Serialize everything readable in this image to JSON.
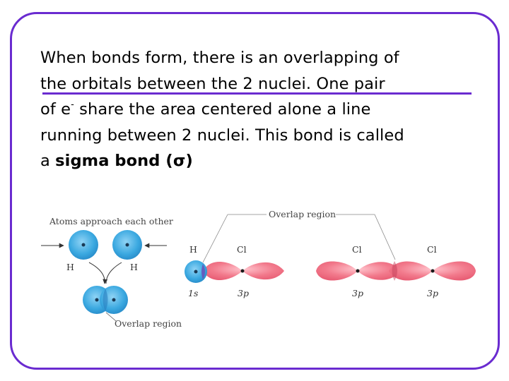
{
  "text": {
    "line1": "When bonds form, there is an overlapping of",
    "line2": "the orbitals between the 2 nuclei.  One pair",
    "line3_a": "of e",
    "line3_sup": "-",
    "line3_b": " share the area centered alone a line",
    "line4": "running between 2 nuclei.  This bond is called",
    "line5_a": "a ",
    "line5_bold": "sigma bond (σ)"
  },
  "figure": {
    "label_approach": "Atoms approach each other",
    "label_h_left": "H",
    "label_h_right": "H",
    "label_overlap_left": "Overlap region",
    "label_overlap_top": "Overlap region",
    "label_h": "H",
    "label_cl_1": "Cl",
    "label_cl_2": "Cl",
    "label_cl_3": "Cl",
    "label_1s": "1s",
    "label_3p_1": "3p",
    "label_3p_2": "3p",
    "label_3p_3": "3p"
  },
  "colors": {
    "frame": "#6a2bd0",
    "s_orbital": "#3aa8e0",
    "p_orbital": "#f06a7e",
    "overlap": "#6a4fb8"
  }
}
